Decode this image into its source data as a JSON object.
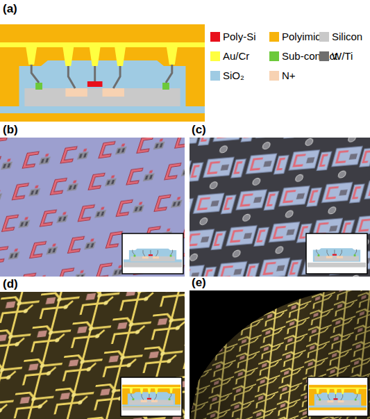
{
  "diagram": {
    "labels": [
      "(a)",
      "(b)",
      "(c)",
      "(d)",
      "(e)"
    ],
    "legend": [
      {
        "text": "Poly-Si",
        "color": "#e8101c"
      },
      {
        "text": "Polyimide",
        "color": "#f7b30a"
      },
      {
        "text": "Silicon",
        "color": "#c9c9c9"
      },
      {
        "text": "Au/Cr",
        "color": "#ffff40"
      },
      {
        "text": "Sub-contact",
        "color": "#6cc93a"
      },
      {
        "text": "W/Ti",
        "color": "#6e6e6e"
      },
      {
        "text": "SiO₂",
        "color": "#9fcbe3"
      },
      {
        "text": "N+",
        "color": "#f7d2b2"
      }
    ]
  }
}
